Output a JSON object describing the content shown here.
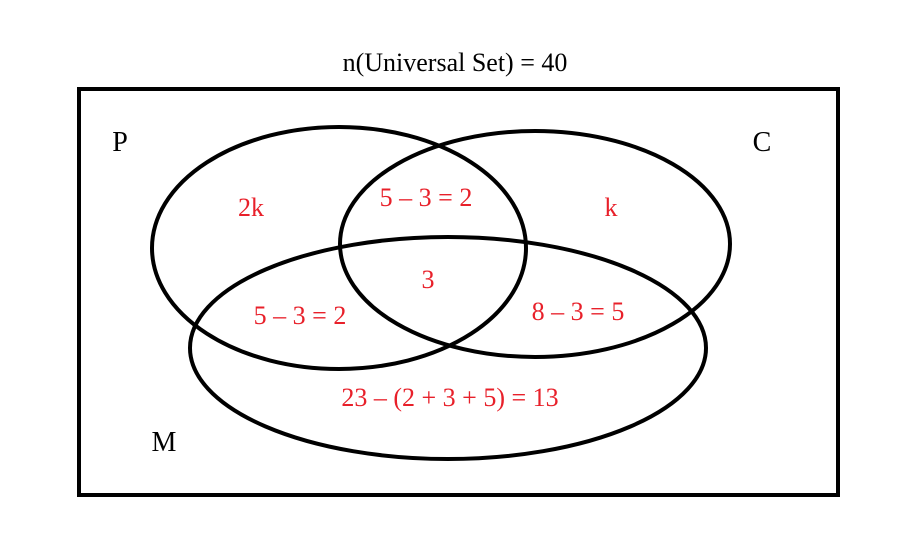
{
  "title": "n(Universal Set) = 40",
  "colors": {
    "outline": "#000000",
    "region_text": "#e8202a",
    "label_text": "#000000"
  },
  "sets": {
    "p": {
      "label": "P"
    },
    "c": {
      "label": "C"
    },
    "m": {
      "label": "M"
    }
  },
  "regions": {
    "p_only": "2k",
    "p_and_c_only": "5 – 3 = 2",
    "c_only": "k",
    "p_c_m": "3",
    "p_and_m_only": "5 – 3 = 2",
    "c_and_m_only": "8 – 3 = 5",
    "m_only": "23 – (2 + 3 + 5)  = 13"
  }
}
